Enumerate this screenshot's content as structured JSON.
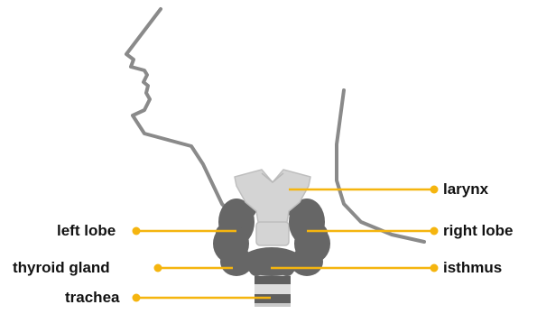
{
  "labels": {
    "larynx": "larynx",
    "left_lobe": "left lobe",
    "right_lobe": "right lobe",
    "thyroid_gland": "thyroid gland",
    "isthmus": "isthmus",
    "trachea": "trachea"
  },
  "colors": {
    "accent": "#F5B50F",
    "outline": "#8A8A8A",
    "gland": "#666666",
    "cartilage": "#D4D4D4",
    "trachea_dark": "#5F5F5F",
    "text": "#111111"
  }
}
